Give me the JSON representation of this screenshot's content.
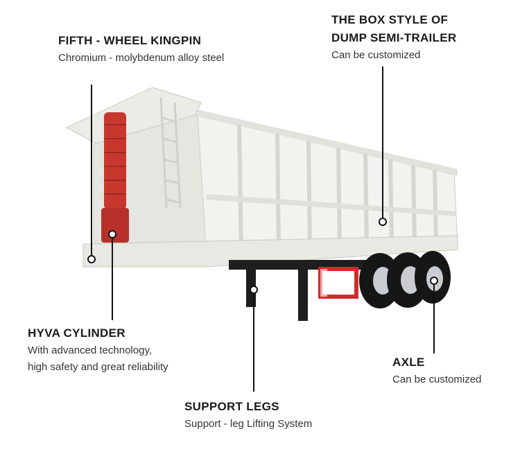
{
  "callouts": {
    "kingpin": {
      "title": "FIFTH - WHEEL KINGPIN",
      "desc": "Chromium - molybdenum alloy steel"
    },
    "box": {
      "title_line1": "THE BOX STYLE OF",
      "title_line2": "DUMP SEMI-TRAILER",
      "desc": "Can be customized"
    },
    "cylinder": {
      "title": "HYVA CYLINDER",
      "desc_line1": "With advanced technology,",
      "desc_line2": "high safety and great reliability"
    },
    "axle": {
      "title": "AXLE",
      "desc": "Can be customized"
    },
    "legs": {
      "title": "SUPPORT LEGS",
      "desc": "Support - leg Lifting System"
    }
  },
  "colors": {
    "body": "#f2f2ee",
    "body_shade": "#dcdcd6",
    "cylinder": "#c8372d",
    "chassis": "#1e1e1e",
    "tire": "#161616",
    "rim": "#c9ccd0",
    "reflector_red": "#d12a2a"
  }
}
